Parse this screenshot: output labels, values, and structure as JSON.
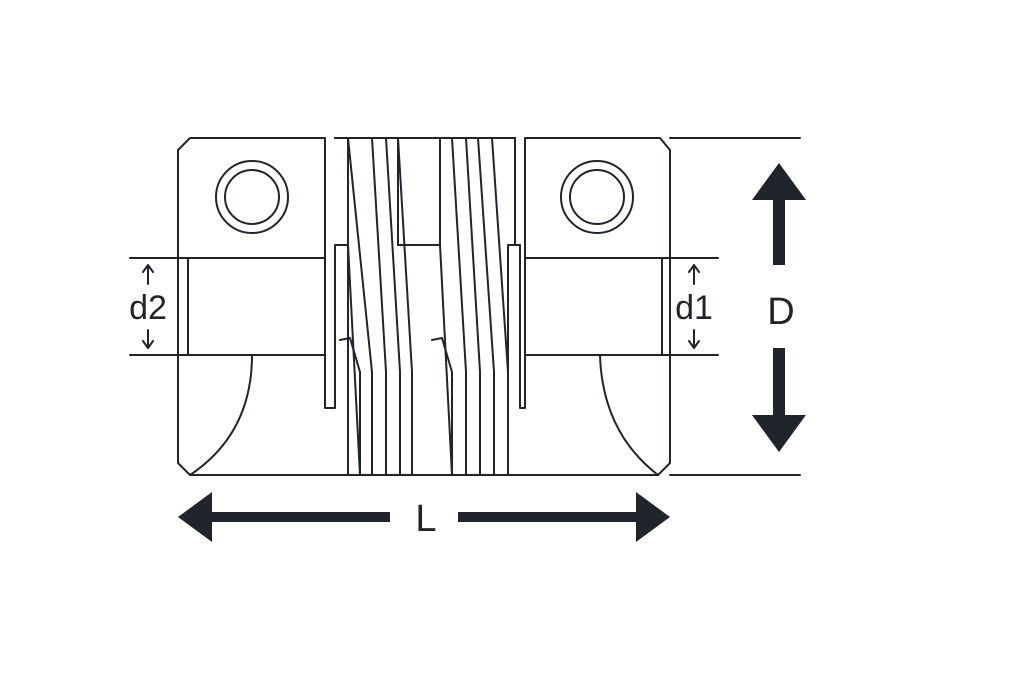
{
  "diagram": {
    "labels": {
      "d2": "d2",
      "d1": "d1",
      "D": "D",
      "L": "L"
    },
    "colors": {
      "line": "#1f252b",
      "arrow": "#1f252b",
      "background": "#ffffff"
    }
  }
}
